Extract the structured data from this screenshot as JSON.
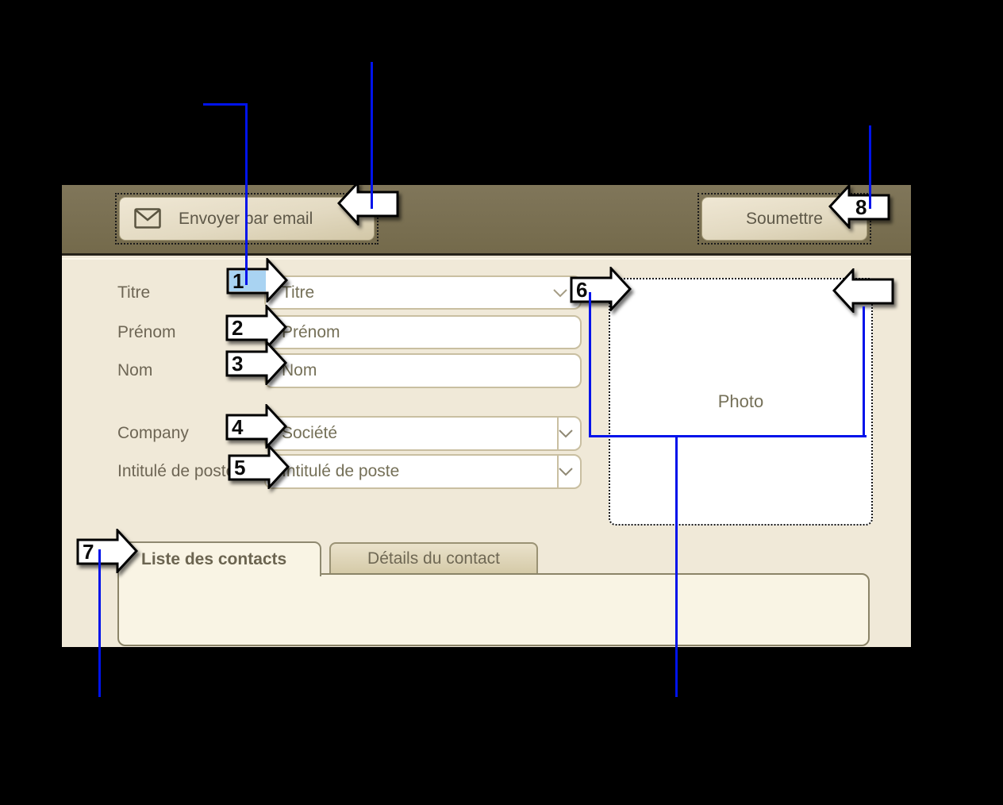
{
  "window": {
    "toolbar": {
      "send_email_label": "Envoyer par email",
      "submit_label": "Soumettre"
    },
    "form": {
      "rows": [
        {
          "label": "Titre",
          "placeholder": "Titre",
          "type": "combobox"
        },
        {
          "label": "Prénom",
          "placeholder": "Prénom",
          "type": "text"
        },
        {
          "label": "Nom",
          "placeholder": "Nom",
          "type": "text"
        },
        {
          "label": "Company",
          "placeholder": "Société",
          "type": "dropdown"
        },
        {
          "label": "Intitulé de poste",
          "placeholder": "Intitulé de poste",
          "type": "dropdown"
        }
      ],
      "photo_label": "Photo"
    },
    "tabs": {
      "active_label": "Liste des contacts",
      "inactive_label": "Détails du contact"
    }
  },
  "annotations": {
    "numbers": [
      "1",
      "2",
      "3",
      "4",
      "5",
      "6",
      "7",
      "8"
    ],
    "colors": {
      "line_blue": "#0013ea",
      "callout_highlight": "#a9d3f2",
      "arrow_fill": "#ffffff",
      "arrow_outline": "#000000"
    }
  },
  "colors": {
    "header_olive": "#796f50",
    "body_beige": "#f0e9d8",
    "panel_cream": "#f9f4e4",
    "field_border": "#c9bfa1"
  }
}
